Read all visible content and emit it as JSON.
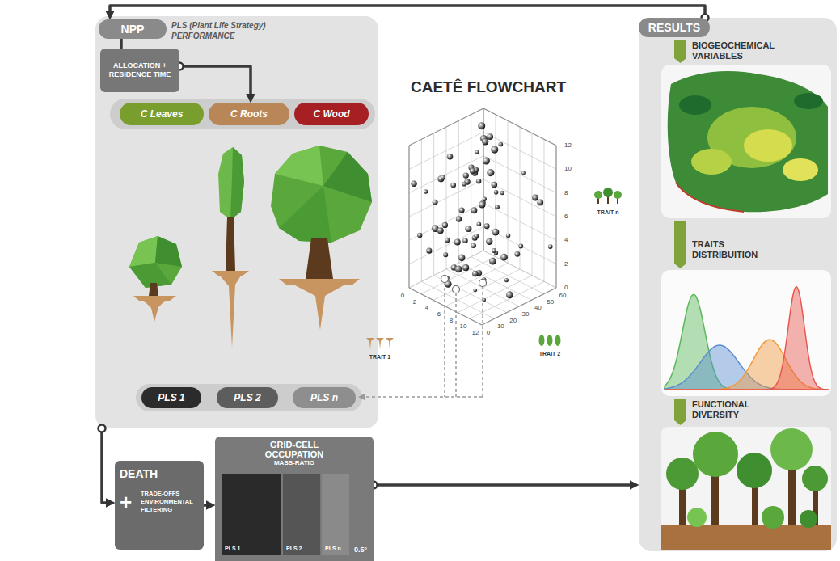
{
  "diagram": {
    "title": "CAETÊ FLOWCHART",
    "nodes": [
      {
        "text": [
          "PLS (Plant Life Strategy) PERFORMANCE"
        ]
      },
      {
        "text": [
          "NPP"
        ],
        "in": 0
      },
      {
        "text": [
          "ALLOCATION + RESIDENCE TIME"
        ],
        "in": 0
      },
      {
        "text": [
          "C Leaves"
        ],
        "in": 0
      },
      {
        "text": [
          "C Roots"
        ],
        "in": 0
      },
      {
        "text": [
          "C Wood"
        ],
        "in": 0
      },
      {
        "text": [
          "PLS 1"
        ],
        "in": 0
      },
      {
        "text": [
          "PLS 2"
        ],
        "in": 0
      },
      {
        "text": [
          "PLS n"
        ],
        "in": 0
      },
      {
        "text": [
          "DEATH",
          "+",
          "TRADE-OFFS ENVIRONMENTAL FILTERING"
        ]
      },
      {
        "text": [
          "GRID-CELL OCCUPATION",
          "MASS-RATIO"
        ]
      },
      {
        "text": [
          "PLS 1"
        ],
        "in": 10
      },
      {
        "text": [
          "PLS 2"
        ],
        "in": 10
      },
      {
        "text": [
          "PLS n"
        ],
        "in": 10
      },
      {
        "text": [
          "RESULTS"
        ]
      }
    ],
    "edges": [
      {
        "from": 14,
        "to": 1,
        "arrow": "to"
      },
      {
        "from": 1,
        "to": 2,
        "arrow": "none"
      },
      {
        "from": 2,
        "to": 4,
        "arrow": "to"
      },
      {
        "from": 0,
        "to": 9,
        "arrow": "to"
      },
      {
        "from": 9,
        "to": 10,
        "arrow": "to"
      },
      {
        "from": 10,
        "to": 14,
        "arrow": "to"
      }
    ],
    "labels": [
      "0.5°",
      "BIOGEOCHEMICAL VARIABLES",
      "TRAITS DISTRIBUITION",
      "FUNCTIONAL DIVERSITY",
      "TRAIT 1",
      "TRAIT 2",
      "TRAIT n",
      "0",
      "2",
      "4",
      "6",
      "8",
      "10",
      "12",
      "0",
      "10",
      "20",
      "30",
      "40",
      "50",
      "60",
      "0",
      "2",
      "4",
      "6",
      "8",
      "10",
      "12"
    ]
  }
}
